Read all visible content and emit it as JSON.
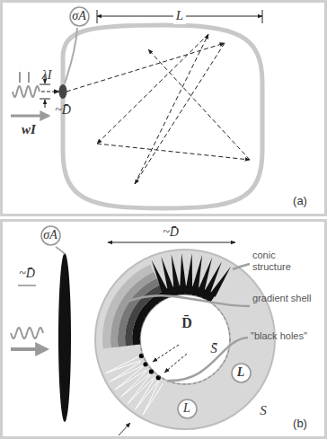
{
  "diagram": {
    "nodes": [
      {
        "text": [
          "σA"
        ]
      },
      {
        "text": [
          "σA"
        ]
      },
      {
        "text": [
          "L"
        ]
      },
      {
        "text": [
          "L"
        ]
      }
    ],
    "labels": [
      "λI",
      "wI",
      "~D̄",
      "L",
      "(a)",
      "~D̄",
      "conic structure",
      "gradient shell",
      "\"black holes\"",
      "D̄",
      "S̄",
      "S",
      "~D̄",
      "(b)"
    ]
  }
}
